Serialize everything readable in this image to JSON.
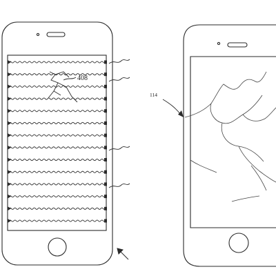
{
  "figure": {
    "labels": {
      "crack_ref": "408",
      "edge_ref": "114"
    },
    "wave_rows": 14,
    "stroke_color": "#2a2a2a"
  }
}
